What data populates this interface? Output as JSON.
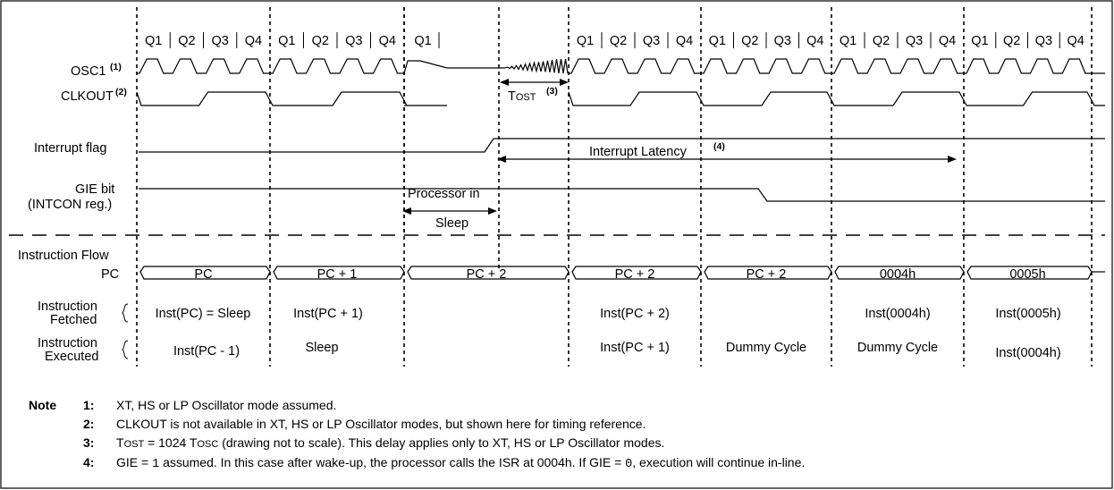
{
  "timing": {
    "phases": [
      "Q1",
      "Q2",
      "Q3",
      "Q4"
    ],
    "q1_only": "Q1",
    "signal_labels": {
      "osc1": "OSC1",
      "osc1_ref": "(1)",
      "clkout": "CLKOUT",
      "clkout_ref": "(2)",
      "interrupt_flag": "Interrupt flag",
      "gie_bit": "GIE bit",
      "intcon": "(INTCON reg.)",
      "instruction_flow": "Instruction Flow",
      "pc": "PC",
      "fetched_1": "Instruction",
      "fetched_2": "Fetched",
      "executed_1": "Instruction",
      "executed_2": "Executed"
    },
    "tost": {
      "text_t": "T",
      "text_rest": "OST",
      "ref": "(3)"
    },
    "latency": {
      "text": "Interrupt Latency",
      "ref": "(4)"
    },
    "processor_sleep": {
      "line1": "Processor in",
      "line2": "Sleep"
    },
    "pc_values": [
      "PC",
      "PC + 1",
      "PC + 2",
      "PC + 2",
      "PC + 2",
      "0004h",
      "0005h"
    ],
    "fetched": [
      "Inst(PC) = Sleep",
      "Inst(PC + 1)",
      "Inst(PC + 2)",
      "Inst(0004h)",
      "Inst(0005h)"
    ],
    "executed": [
      "Inst(PC - 1)",
      "Sleep",
      "Inst(PC + 1)",
      "Dummy Cycle",
      "Dummy Cycle",
      "Inst(0004h)"
    ]
  },
  "notes": {
    "heading": "Note",
    "items": [
      {
        "num": "1:",
        "text": "XT, HS or LP Oscillator mode assumed."
      },
      {
        "num": "2:",
        "text": "CLKOUT is not available in XT, HS or LP Oscillator modes, but shown here for timing reference."
      },
      {
        "num": "3:",
        "t": "T",
        "ost": "OST",
        "eq": " = 1024 T",
        "osc": "OSC",
        "rest": " (drawing not to scale). This delay applies only to XT, HS or LP Oscillator modes."
      },
      {
        "num": "4:",
        "a": "GIE = ",
        "one": "1",
        "b": " assumed. In this case after wake-up, the processor calls the ISR at 0004h. If GIE = ",
        "zero": "0",
        "c": ", execution will continue in-line."
      }
    ]
  }
}
